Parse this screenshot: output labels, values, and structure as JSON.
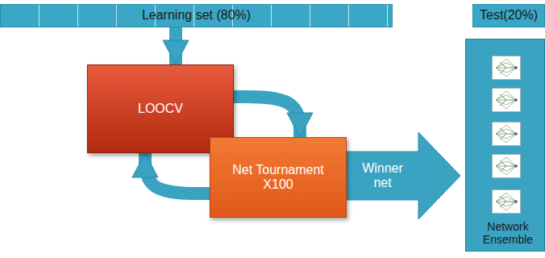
{
  "diagram": {
    "nodes": [
      {
        "text": [
          "Learning set (80%)"
        ]
      },
      {
        "text": [
          "Test(20%)"
        ]
      },
      {
        "text": [
          "LOOCV"
        ]
      },
      {
        "text": [
          "Net Tournament X100"
        ]
      },
      {
        "text": [
          "Network Ensemble"
        ]
      }
    ],
    "edges": [
      {
        "from": 0,
        "to": 2,
        "arrow": "to"
      },
      {
        "from": 2,
        "to": 3,
        "arrow": "to"
      },
      {
        "from": 3,
        "to": 2,
        "arrow": "to"
      },
      {
        "from": 3,
        "to": 4,
        "label": "Winner net",
        "arrow": "to"
      }
    ]
  }
}
